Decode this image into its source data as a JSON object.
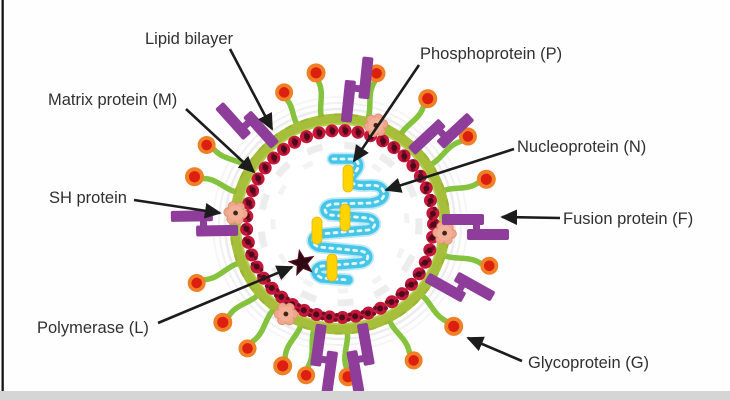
{
  "diagram": {
    "labels": {
      "lipid_bilayer": "Lipid bilayer",
      "matrix_protein": "Matrix protein (M)",
      "sh_protein": "SH protein",
      "polymerase": "Polymerase (L)",
      "phosphoprotein": "Phosphoprotein (P)",
      "nucleoprotein": "Nucleoprotein (N)",
      "fusion_protein": "Fusion protein (F)",
      "glycoprotein": "Glycoprotein (G)"
    },
    "colors": {
      "envelope_ring_green": "#a6bf3a",
      "matrix_bead_red": "#c6173b",
      "matrix_bead_dark": "#4d0a1c",
      "glycoprotein_stalk_green": "#85c23e",
      "glycoprotein_head_orange": "#f08026",
      "glycoprotein_head_core_red": "#dd1f10",
      "fusion_protein_purple": "#8f3d9a",
      "sh_protein_salmon": "#eea68c",
      "rna_cyan": "#45c6e8",
      "phosphoprotein_yellow": "#ffd400",
      "polymerase_star_dark": "#2e0913",
      "arrow_black": "#1c1c1c",
      "label_text": "#303030",
      "left_border": "#141414",
      "bottom_bar_gray": "#d5d5d5",
      "background": "#fefefe"
    }
  }
}
